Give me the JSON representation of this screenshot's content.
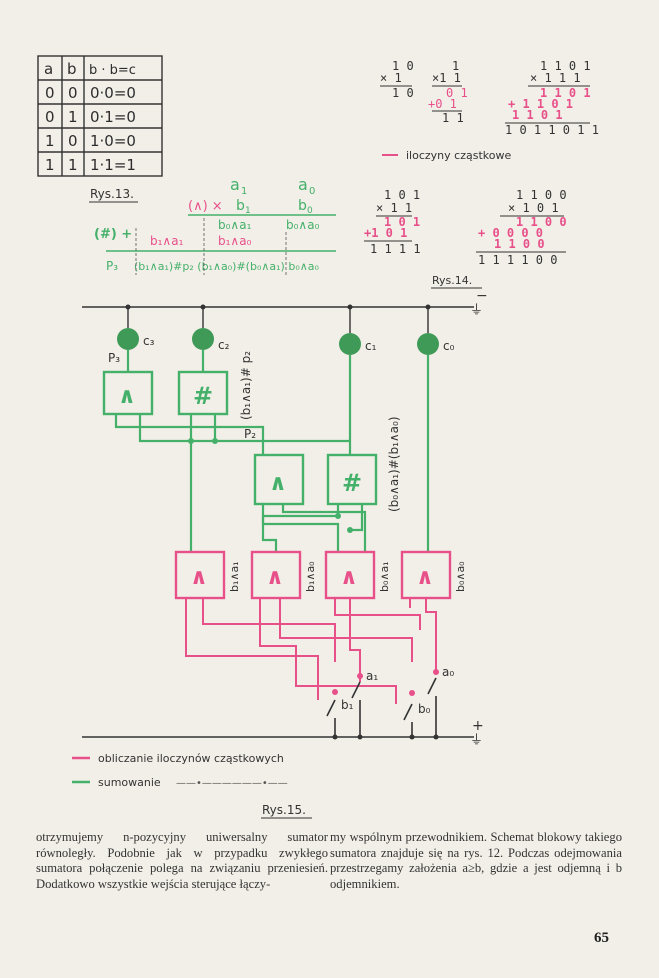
{
  "truth_table": {
    "headers": [
      "a",
      "b",
      "b · b=c"
    ],
    "rows": [
      [
        "0",
        "0",
        "0·0=0"
      ],
      [
        "0",
        "1",
        "0·1=0"
      ],
      [
        "1",
        "0",
        "1·0=0"
      ],
      [
        "1",
        "1",
        "1·1=1"
      ]
    ]
  },
  "fig13": {
    "caption": "Rys.13.",
    "a1": "a",
    "a0": "a",
    "sub1": "1",
    "sub0": "0",
    "and_prefix": "(∧) ×",
    "b1": "b",
    "b0": "b",
    "row1_mid": "b₀∧a₁",
    "row1_right": "b₀∧a₀",
    "hash_prefix": "(#) +",
    "row2_left": "b₁∧a₁",
    "row2_mid": "b₁∧a₀",
    "result_label": "P₃",
    "result_expr": "(b₁∧a₁)#p₂ (b₁∧a₀)#(b₀∧a₁) b₀∧a₀"
  },
  "fig14": {
    "caption": "Rys.14.",
    "m1": [
      "1 0",
      "× 1",
      "1 0"
    ],
    "m2": [
      "1",
      "×1 1",
      "0 1",
      "+0 1",
      "1 1"
    ],
    "m3": [
      "1 1 0 1",
      "× 1 1 1",
      "1 1 0 1",
      "+ 1 1 0 1",
      "1 1 0 1",
      "1 0 1 1 0 1 1"
    ],
    "m4": [
      "1 0 1",
      "× 1 1",
      "1 0 1",
      "+1 0 1",
      "1 1 1 1"
    ],
    "m5": [
      "1 1 0 0",
      "× 1 0 1",
      "1 1 0 0",
      "+ 0 0 0 0",
      "1 1 0 0",
      "1 1 1 1 0 0"
    ],
    "legend": "iloczyny cząstkowe"
  },
  "fig15": {
    "caption": "Rys.15.",
    "minus": "−",
    "plus": "+",
    "ground": "⏚",
    "c3": "c₃",
    "c2": "c₂",
    "c1": "c₁",
    "c0": "c₀",
    "p3": "P₃",
    "p2": "P₂",
    "and_sym": "∧",
    "hash_sym": "#",
    "vlabel1": "(b₁∧a₁)# p₂",
    "vlabel2": "(b₀∧a₁)#(b₁∧a₀)",
    "b1a1": "b₁∧a₁",
    "b1a0": "b₁∧a₀",
    "b0a1": "b₀∧a₁",
    "b0a0": "b₀∧a₀",
    "sw_a1": "a₁",
    "sw_a0": "a₀",
    "sw_b1": "b₁",
    "sw_b0": "b₀",
    "legend_pink": "obliczanie iloczynów cząstkowych",
    "legend_green": "sumowanie",
    "legend_dash": "——•——————•——"
  },
  "text_left": "otrzymujemy n-pozycyjny uniwersalny sumator równoległy. Podobnie jak w przypadku zwykłego sumatora połączenie polega na związaniu przeniesień. Dodatkowo wszystkie wejścia sterujące łączy-",
  "text_right": "my wspólnym przewodnikiem. Schemat blokowy takiego sumatora znajduje się na rys. 12. Podczas odejmowania przestrzegamy założenia a≥b, gdzie a jest odjemną i b odjemnikiem.",
  "page_number": "65",
  "colors": {
    "pink": "#e8508a",
    "green": "#45b06a",
    "node": "#3f9a58",
    "ink": "#2d2d2d"
  }
}
